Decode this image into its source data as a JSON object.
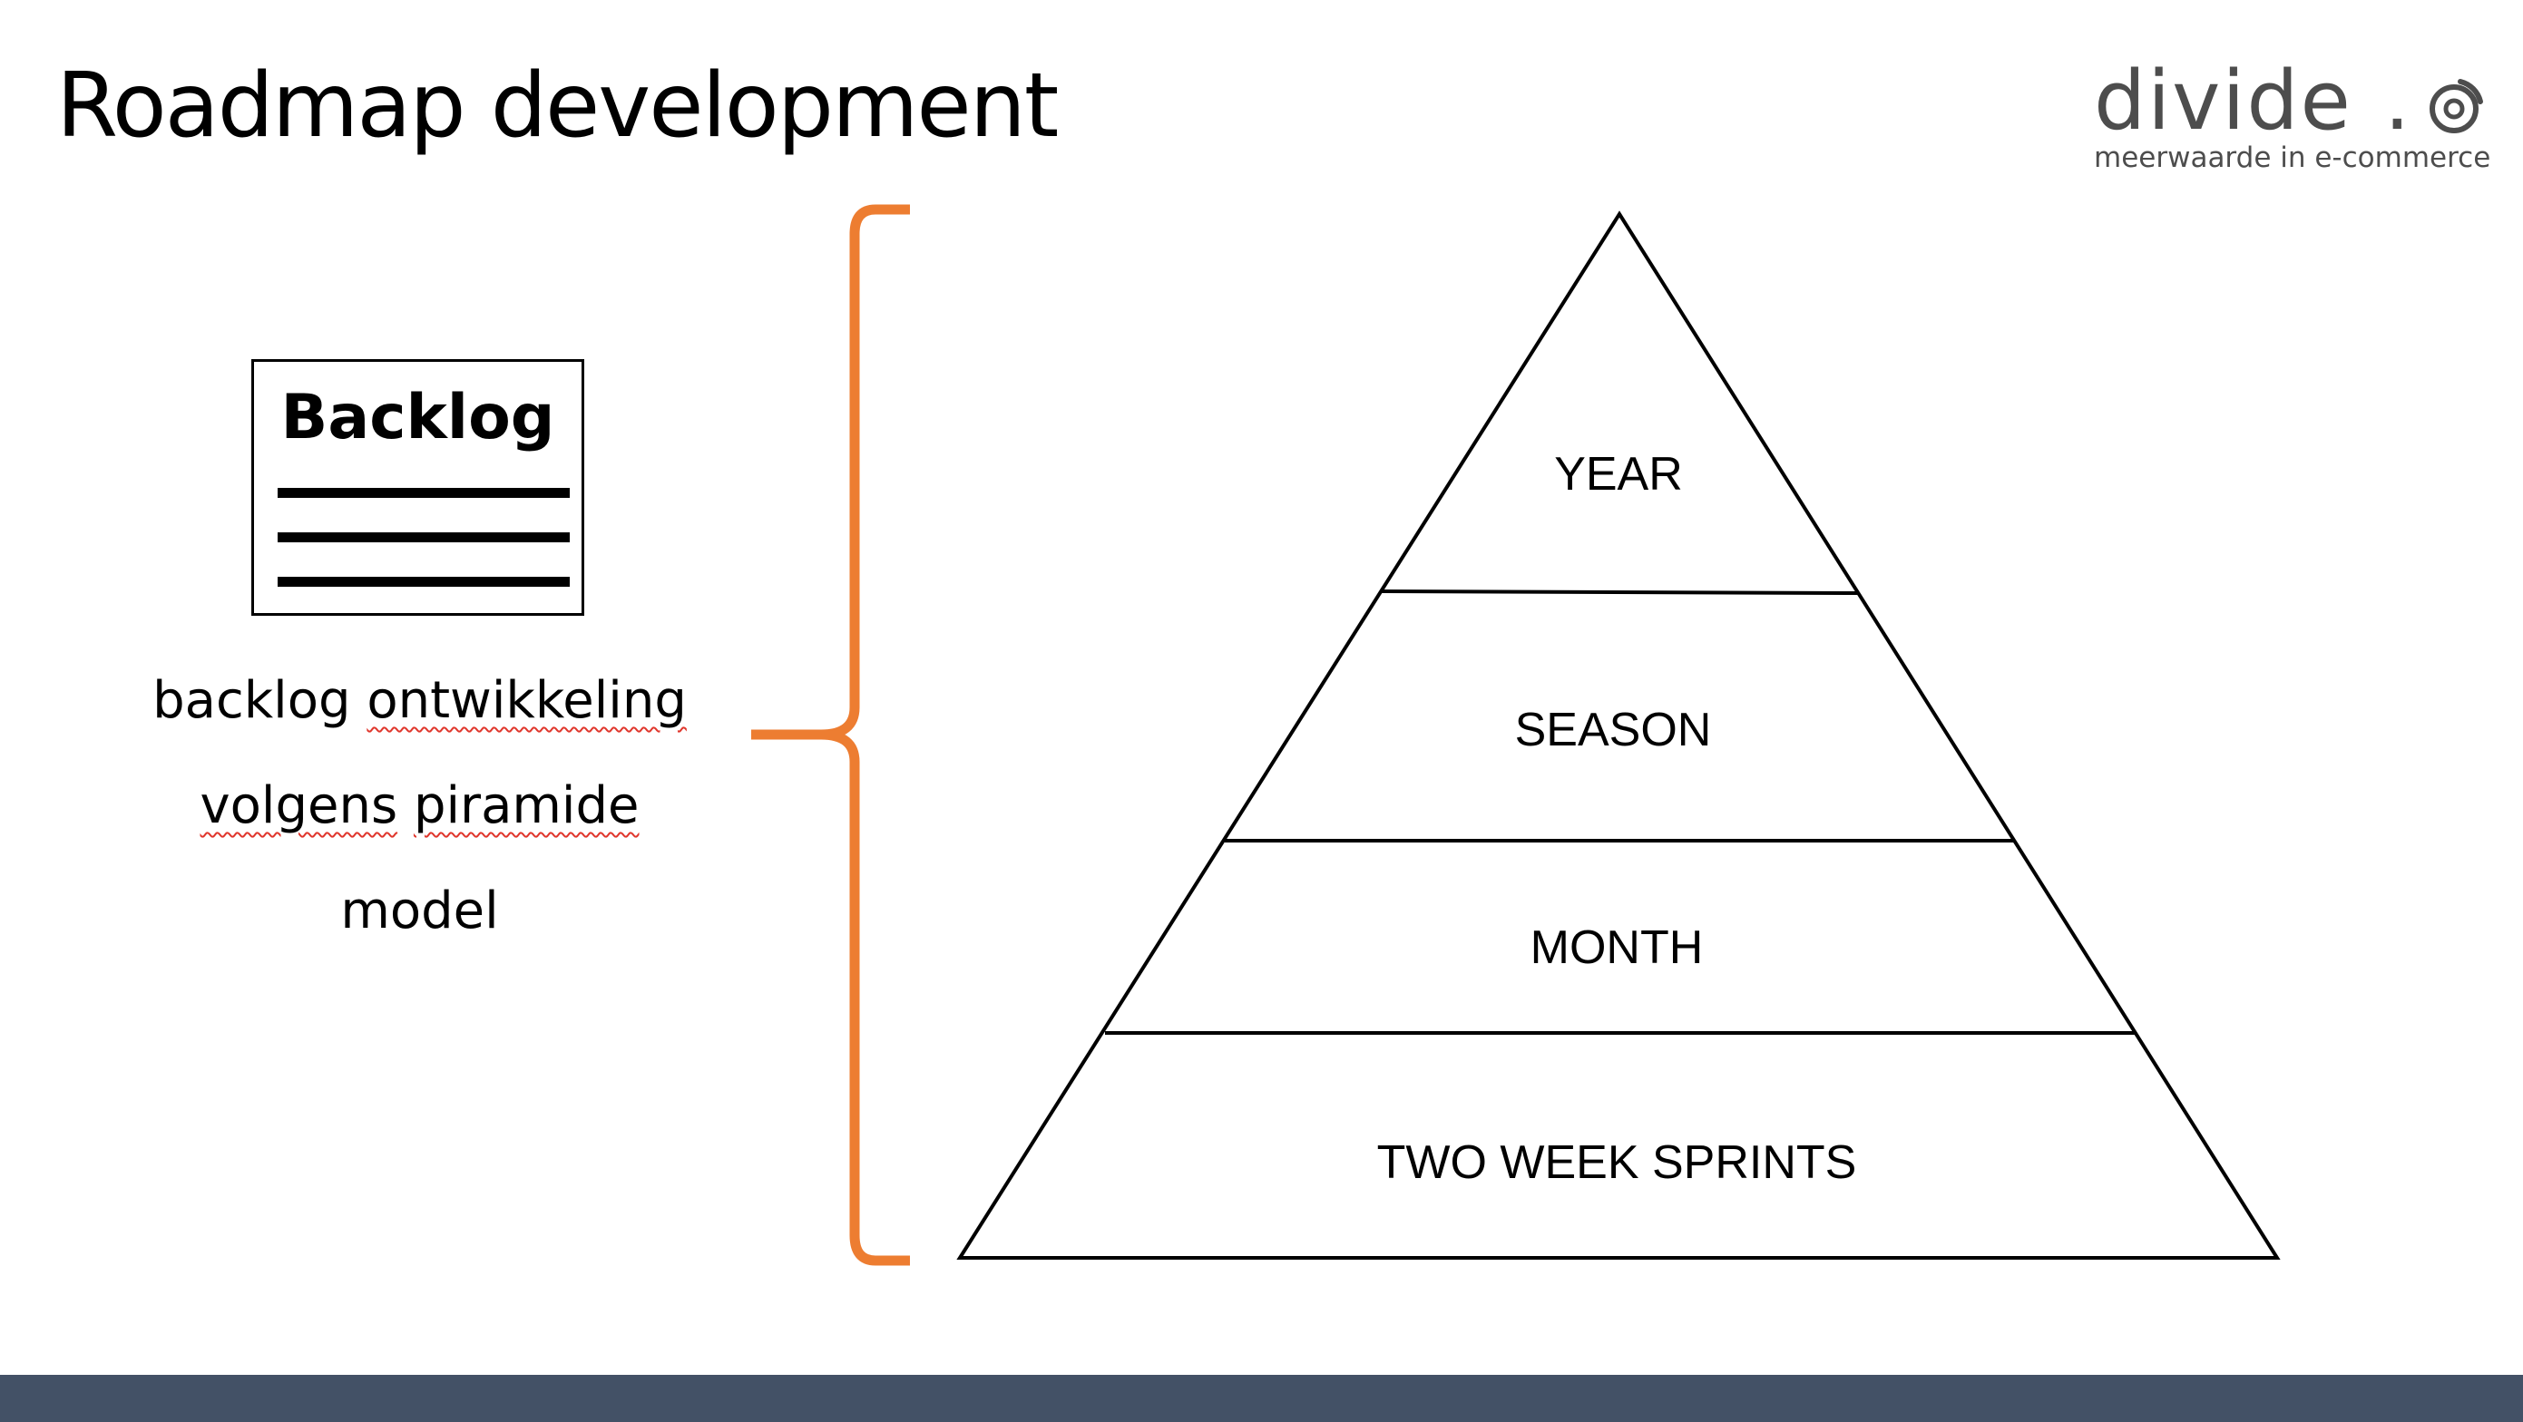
{
  "slide": {
    "title": "Roadmap development"
  },
  "logo": {
    "wordmark": "divide",
    "dot": ".",
    "tagline": "meerwaarde in e-commerce"
  },
  "backlog": {
    "doc_title": "Backlog",
    "caption": {
      "line1_prefix": "backlog ",
      "line1_marked": "ontwikkeling",
      "line2_marked_a": "volgens",
      "line2_gap": " ",
      "line2_marked_b": "piramide",
      "line3": "model"
    }
  },
  "pyramid": {
    "tiers": [
      {
        "label": "YEAR"
      },
      {
        "label": "SEASON"
      },
      {
        "label": "MONTH"
      },
      {
        "label": "TWO WEEK SPRINTS"
      }
    ]
  },
  "colors": {
    "brace": "#ed7d31",
    "footer": "#435166",
    "logo": "#4d4d4d",
    "spellcheck": "#e0362c"
  }
}
